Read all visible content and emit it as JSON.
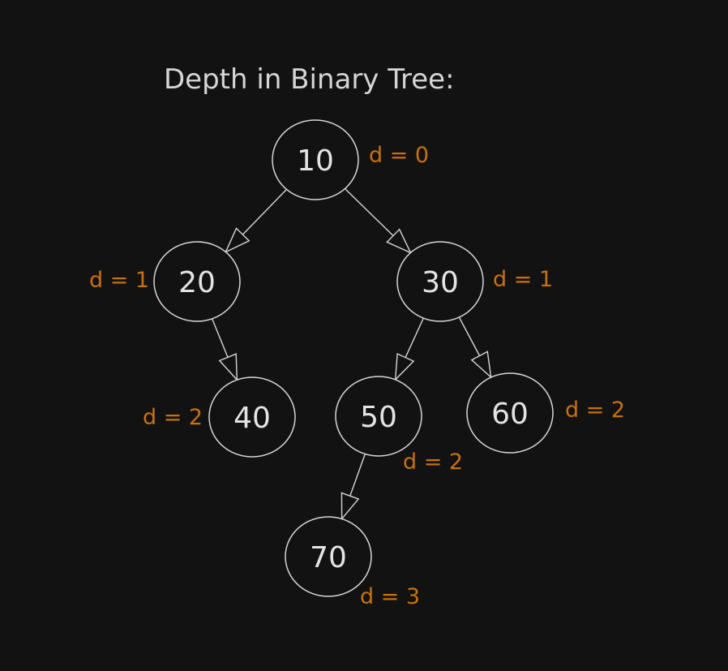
{
  "title": "Depth in Binary Tree:",
  "colors": {
    "background": "#121212",
    "node_stroke": "#d6d6d6",
    "node_text": "#e4e4e4",
    "depth_text": "#c8700f"
  },
  "tree": {
    "nodes": [
      {
        "id": "n10",
        "value": "10",
        "depth": 0,
        "depth_label": "d = 0"
      },
      {
        "id": "n20",
        "value": "20",
        "depth": 1,
        "depth_label": "d = 1"
      },
      {
        "id": "n30",
        "value": "30",
        "depth": 1,
        "depth_label": "d = 1"
      },
      {
        "id": "n40",
        "value": "40",
        "depth": 2,
        "depth_label": "d = 2"
      },
      {
        "id": "n50",
        "value": "50",
        "depth": 2,
        "depth_label": "d = 2"
      },
      {
        "id": "n60",
        "value": "60",
        "depth": 2,
        "depth_label": "d = 2"
      },
      {
        "id": "n70",
        "value": "70",
        "depth": 3,
        "depth_label": "d = 3"
      }
    ],
    "edges": [
      {
        "from": "n10",
        "to": "n20"
      },
      {
        "from": "n10",
        "to": "n30"
      },
      {
        "from": "n20",
        "to": "n40"
      },
      {
        "from": "n30",
        "to": "n50"
      },
      {
        "from": "n30",
        "to": "n60"
      },
      {
        "from": "n50",
        "to": "n70"
      }
    ]
  }
}
